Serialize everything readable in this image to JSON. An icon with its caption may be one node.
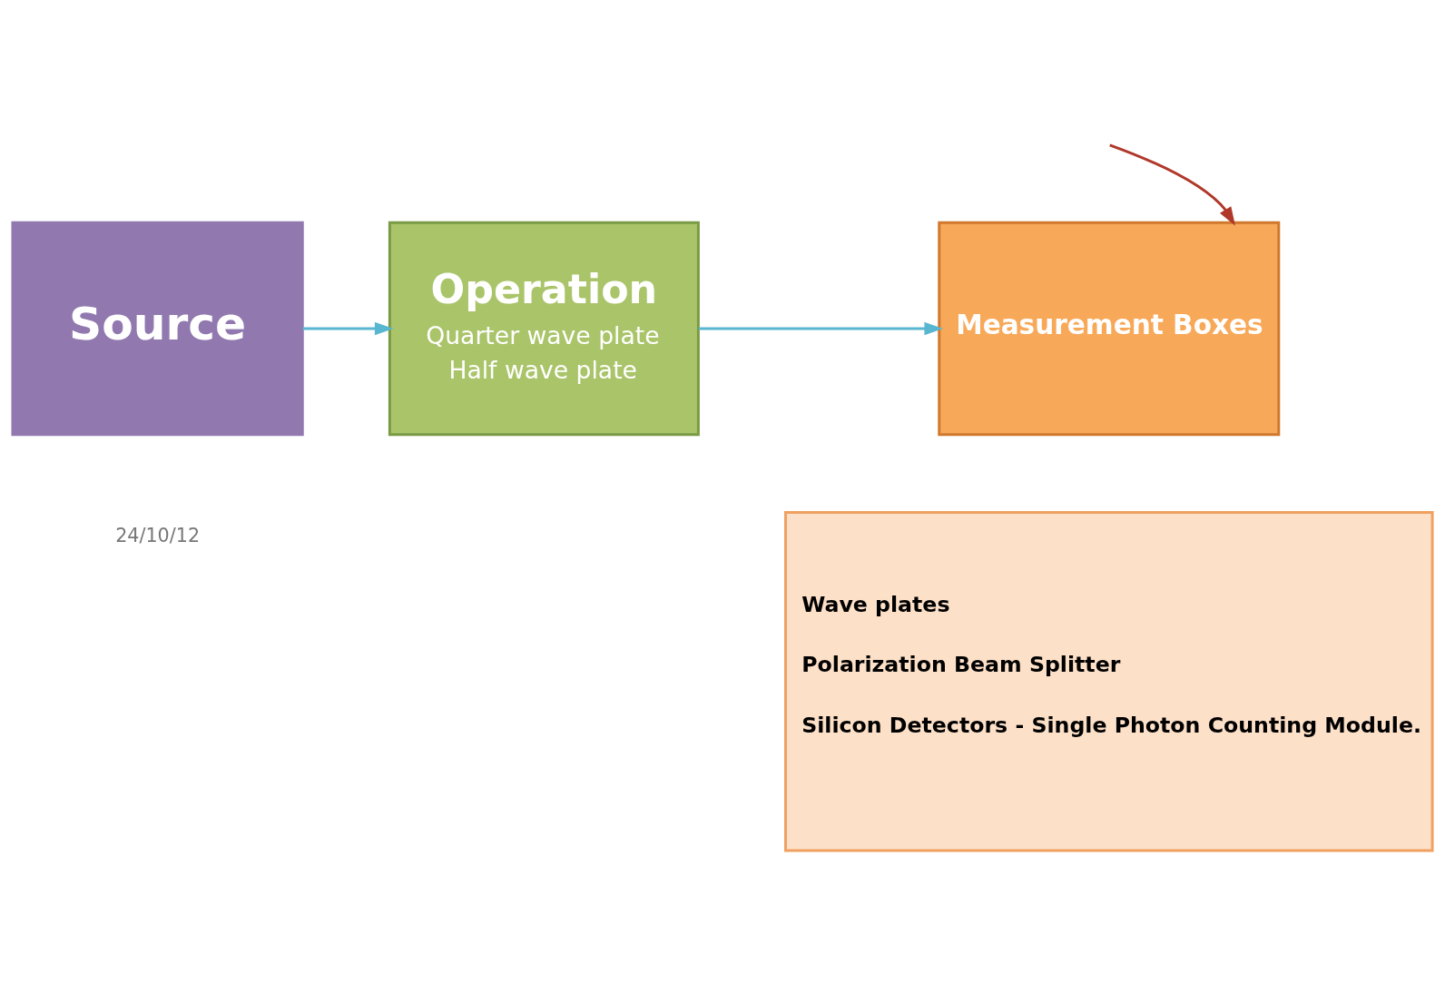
{
  "diagram": {
    "nodes": [
      {
        "text": [
          "Source"
        ]
      },
      {
        "text": [
          "Operation",
          "Quarter wave plate",
          "Half wave plate"
        ]
      },
      {
        "text": [
          "Measurement Boxes"
        ]
      },
      {
        "text": [
          "Wave plates",
          "Polarization Beam Splitter",
          "Silicon Detectors - Single Photon Counting Module."
        ]
      }
    ],
    "edges": [
      {
        "from": 0,
        "to": 1,
        "arrow": "to"
      },
      {
        "from": 1,
        "to": 2,
        "arrow": "to"
      },
      {
        "from": null,
        "to": 2,
        "arrow": "to",
        "color": "#b0382a"
      }
    ],
    "labels": [
      "24/10/12"
    ]
  }
}
